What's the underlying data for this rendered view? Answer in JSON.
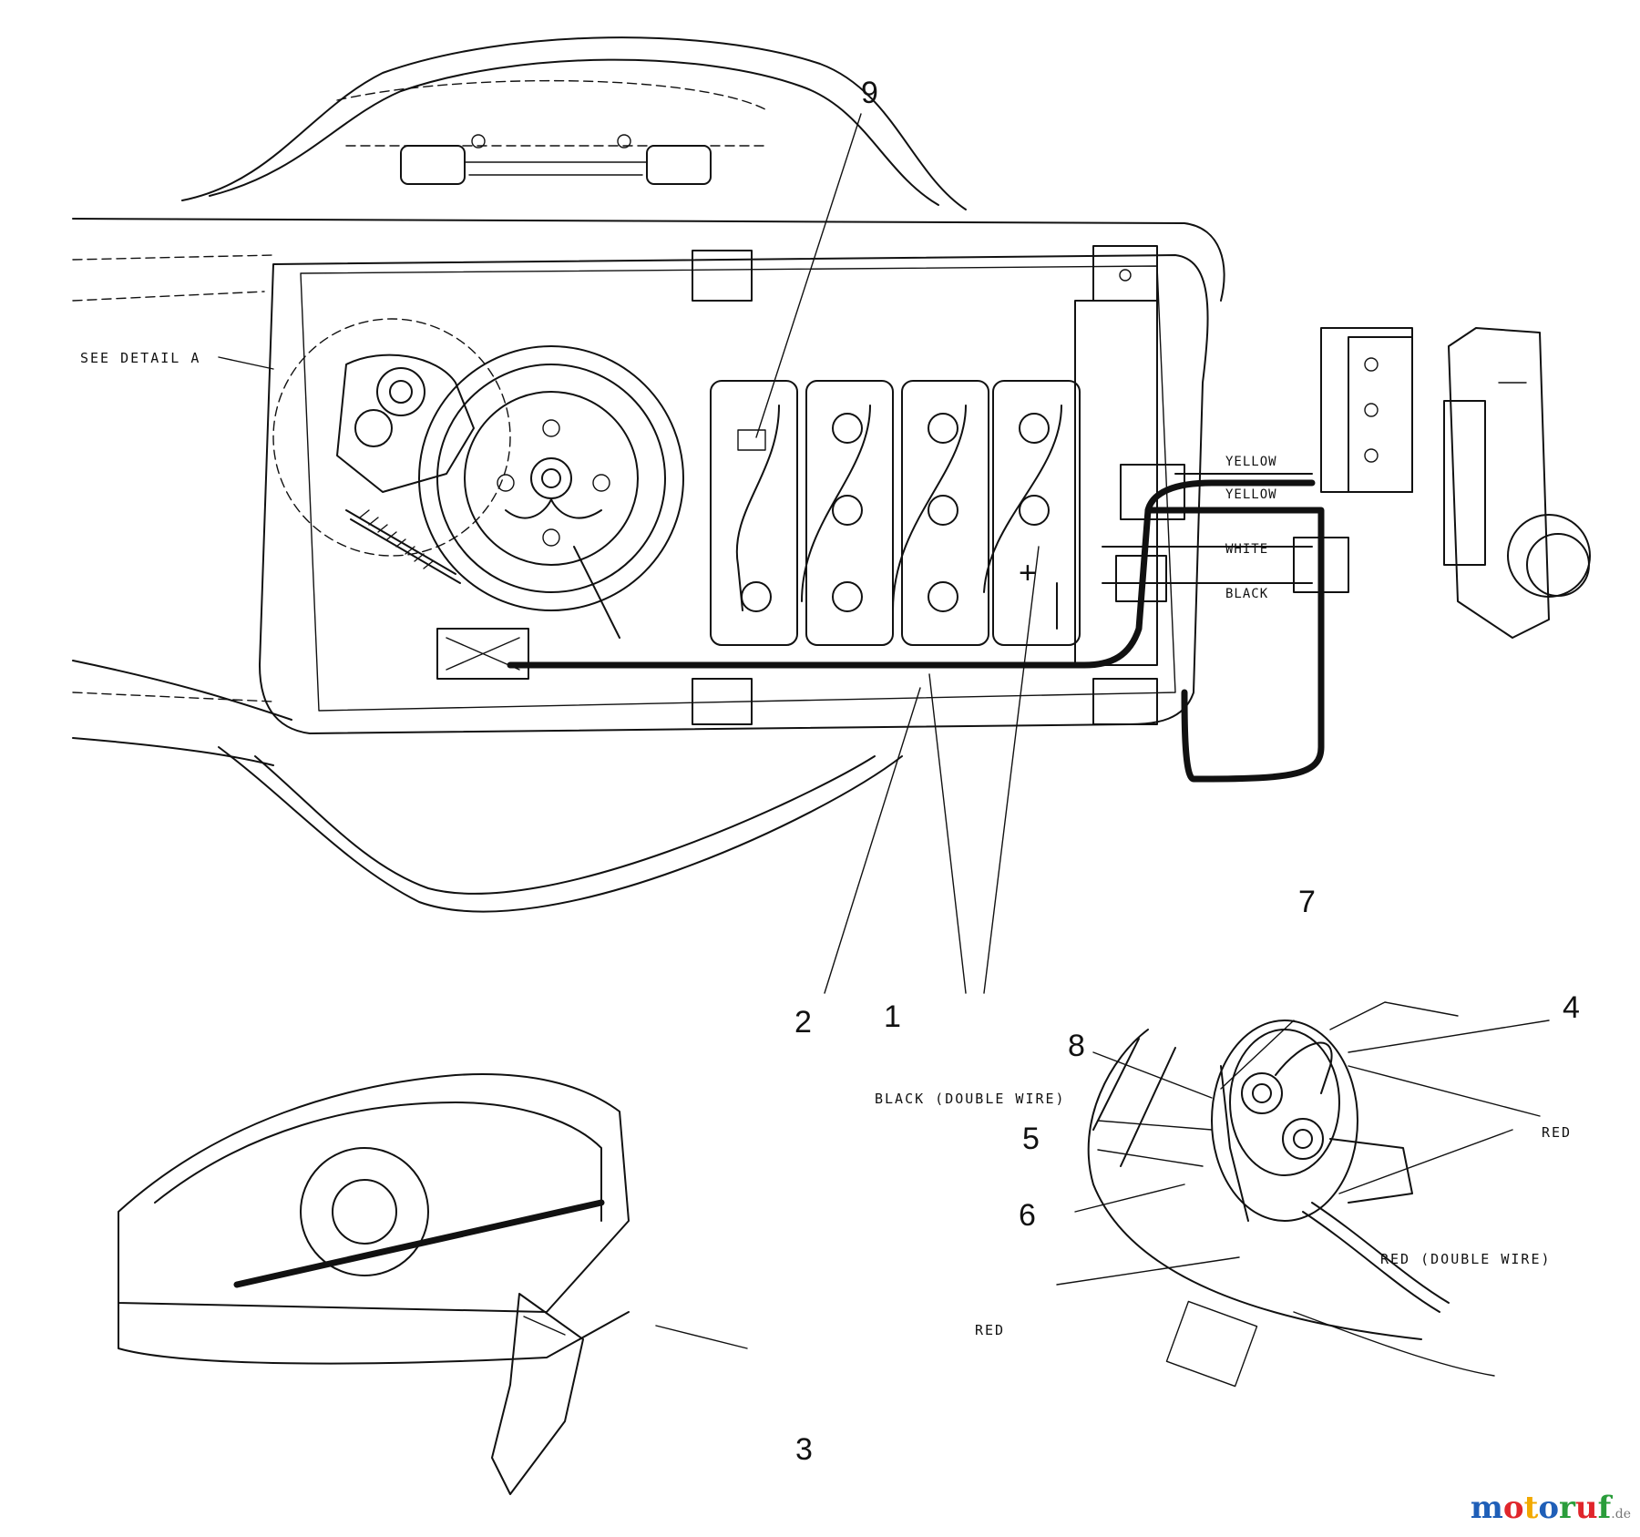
{
  "callouts": {
    "c1": "1",
    "c2": "2",
    "c3": "3",
    "c4": "4",
    "c5": "5",
    "c6": "6",
    "c7": "7",
    "c8": "8",
    "c9": "9"
  },
  "labels": {
    "see_detail": "SEE DETAIL A",
    "black_double_wire": "BLACK (DOUBLE WIRE)",
    "red_1": "RED",
    "red_double_wire": "RED (DOUBLE WIRE)",
    "red_2": "RED"
  },
  "wire_labels": {
    "yellow_1": "YELLOW",
    "yellow_2": "YELLOW",
    "white": "WHITE",
    "black": "BLACK"
  },
  "terminal_symbol": "+",
  "watermark": {
    "letters": [
      "m",
      "o",
      "t",
      "o",
      "r",
      "u",
      "f"
    ],
    "colors": [
      "#1f5fb8",
      "#e0262b",
      "#f2a900",
      "#1f5fb8",
      "#2a9d3b",
      "#e0262b",
      "#2a9d3b"
    ],
    "suffix": ".de"
  }
}
